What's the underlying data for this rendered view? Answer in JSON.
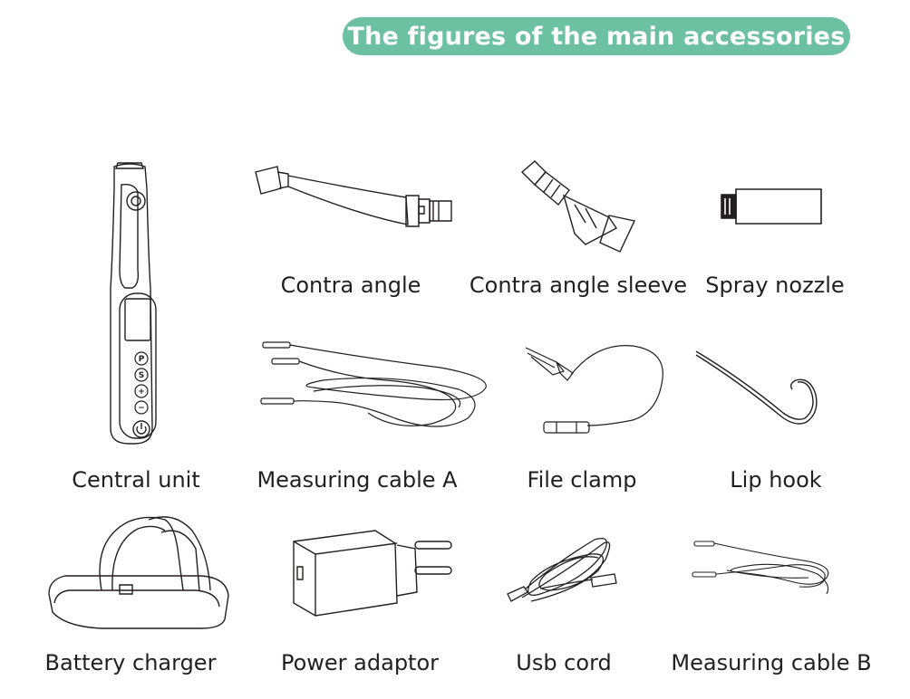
{
  "title": "The figures of the main accessories",
  "accent_color": "#6cc1a3",
  "accessories": [
    {
      "label": "Central unit",
      "icon": "central-unit-icon"
    },
    {
      "label": "Contra angle",
      "icon": "contra-angle-icon"
    },
    {
      "label": "Contra angle sleeve",
      "icon": "contra-angle-sleeve-icon"
    },
    {
      "label": "Spray nozzle",
      "icon": "spray-nozzle-icon"
    },
    {
      "label": "Measuring cable A",
      "icon": "measuring-cable-a-icon"
    },
    {
      "label": "File clamp",
      "icon": "file-clamp-icon"
    },
    {
      "label": "Lip hook",
      "icon": "lip-hook-icon"
    },
    {
      "label": "Battery charger",
      "icon": "battery-charger-icon"
    },
    {
      "label": "Power adaptor",
      "icon": "power-adaptor-icon"
    },
    {
      "label": "Usb cord",
      "icon": "usb-cord-icon"
    },
    {
      "label": "Measuring cable B",
      "icon": "measuring-cable-b-icon"
    }
  ],
  "central_unit_buttons": [
    "P",
    "S",
    "+",
    "−"
  ]
}
